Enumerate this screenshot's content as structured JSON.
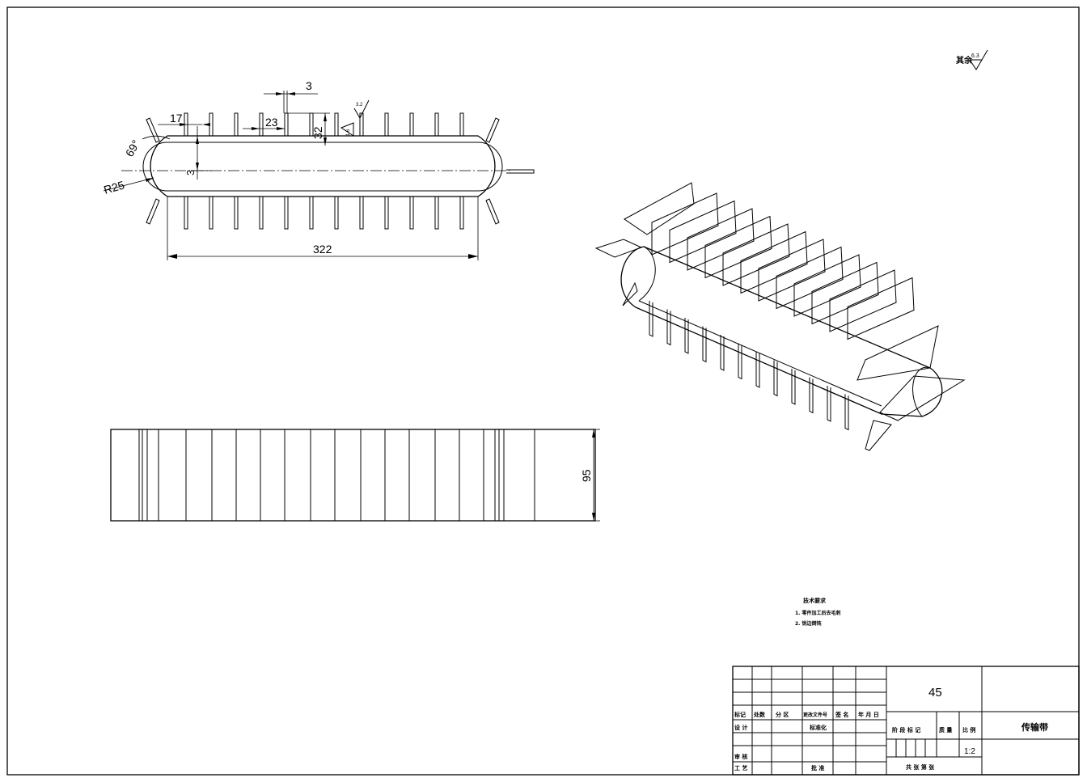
{
  "surface_note": {
    "label": "其余",
    "value": "6.3"
  },
  "dimensions": {
    "fin_thickness": "3",
    "fin_pitch_edge": "17",
    "fin_gap": "23",
    "fin_height": "32",
    "wall_thickness": "3",
    "angle": "69°",
    "radius": "R25",
    "length": "322",
    "width": "95",
    "rough_a": "3.2",
    "rough_b": "1.6"
  },
  "tech_requirements": {
    "title": "技术要求",
    "items": [
      "1. 零件加工后去毛刺",
      "2. 锐边倒钝"
    ]
  },
  "title_block": {
    "material": "45",
    "part_name": "传输带",
    "scale": "1:2",
    "headers": [
      "标记",
      "处数",
      "分 区",
      "更改文件号",
      "签 名",
      "年 月 日"
    ],
    "design": "设 计",
    "standardize": "标准化",
    "review": "审 核",
    "process": "工 艺",
    "approve": "批 准",
    "stage_mark": "阶 段 标 记",
    "weight": "质 量",
    "ratio": "比 例",
    "sheets": "共  张  第  张"
  }
}
